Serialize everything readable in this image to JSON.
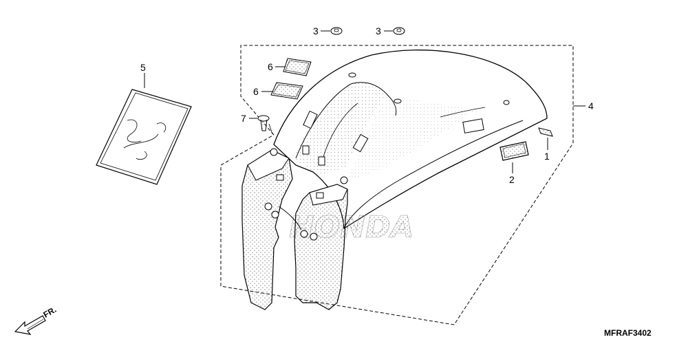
{
  "callouts": {
    "part_1": "1",
    "part_2": "2",
    "part_3a": "3",
    "part_3b": "3",
    "part_4": "4",
    "part_5": "5",
    "part_6a": "6",
    "part_6b": "6",
    "part_7": "7"
  },
  "direction_label": "FR.",
  "drawing_code": "MFRAF3402",
  "watermark_text": "HONDA"
}
